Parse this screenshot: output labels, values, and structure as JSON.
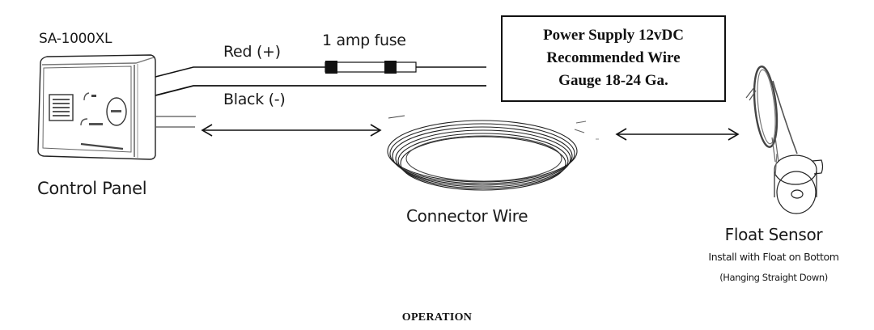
{
  "diagram": {
    "title": "OPERATION",
    "control_panel": {
      "model": "SA-1000XL",
      "label": "Control Panel"
    },
    "wires": {
      "red_label": "Red (+)",
      "black_label": "Black (-)",
      "fuse_label": "1 amp fuse"
    },
    "power_supply_box": {
      "lines": [
        "Power Supply 12vDC",
        "Recommended Wire",
        "Gauge 18-24 Ga."
      ]
    },
    "connector_wire": {
      "label": "Connector Wire"
    },
    "float_sensor": {
      "label": "Float Sensor",
      "note_line1": "Install with Float on Bottom",
      "note_line2": "(Hanging Straight Down)"
    },
    "connections": [
      {
        "from": "Control Panel",
        "to": "Connector Wire",
        "type": "double-arrow"
      },
      {
        "from": "Connector Wire",
        "to": "Float Sensor",
        "type": "double-arrow"
      }
    ],
    "colors": {
      "line": "#111111",
      "background": "#ffffff",
      "fuse_cap": "#111111"
    }
  }
}
